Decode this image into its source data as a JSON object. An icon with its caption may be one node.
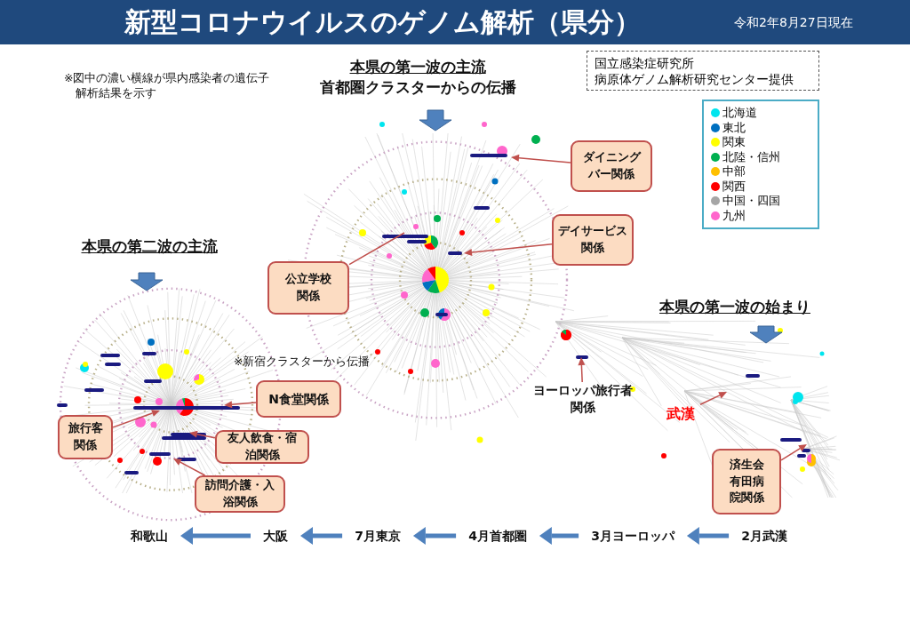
{
  "diagram": {
    "title": "新型コロナウイルスのゲノム解析（県分）",
    "nodes": [
      {
        "text": [
          "本県の第一波の主流",
          "首都圏クラスターからの伝播"
        ]
      },
      {
        "text": [
          "国立感染症研究所",
          "病原体ゲノム解析研究センター提供"
        ]
      },
      {
        "text": [
          "ダイニングバー関係"
        ]
      },
      {
        "text": [
          "デイサービス関係"
        ]
      },
      {
        "text": [
          "公立学校関係"
        ]
      },
      {
        "text": [
          "本県の第二波の主流"
        ]
      },
      {
        "text": [
          "本県の第一波の始まり"
        ]
      },
      {
        "text": [
          "N食堂関係"
        ]
      },
      {
        "text": [
          "旅行客関係"
        ]
      },
      {
        "text": [
          "友人飲食・宿泊関係"
        ]
      },
      {
        "text": [
          "訪問介護・入浴関係"
        ]
      },
      {
        "text": [
          "ヨーロッパ旅行者関係"
        ]
      },
      {
        "text": [
          "武漢"
        ]
      },
      {
        "text": [
          "済生会有田病院関係"
        ]
      },
      {
        "text": [
          "和歌山"
        ]
      },
      {
        "text": [
          "大阪"
        ]
      },
      {
        "text": [
          "7月東京"
        ]
      },
      {
        "text": [
          "4月首都圏"
        ]
      },
      {
        "text": [
          "3月ヨーロッパ"
        ]
      },
      {
        "text": [
          "2月武漢"
        ]
      }
    ],
    "edges": [
      {
        "from": 2,
        "to": null,
        "arrow": "to"
      },
      {
        "from": 3,
        "to": null,
        "arrow": "to"
      },
      {
        "from": 4,
        "to": null,
        "arrow": "none"
      },
      {
        "from": 7,
        "to": null,
        "arrow": "to"
      },
      {
        "from": 8,
        "to": null,
        "arrow": "to"
      },
      {
        "from": 9,
        "to": null,
        "arrow": "to"
      },
      {
        "from": 10,
        "to": null,
        "arrow": "to"
      },
      {
        "from": 11,
        "to": null,
        "arrow": "to"
      },
      {
        "from": 12,
        "to": null,
        "arrow": "to"
      },
      {
        "from": 13,
        "to": null,
        "arrow": "to"
      },
      {
        "from": 15,
        "to": 14,
        "arrow": "to",
        "style": "thick",
        "color": "#4f81bd"
      },
      {
        "from": 16,
        "to": 15,
        "arrow": "to",
        "style": "thick",
        "color": "#4f81bd"
      },
      {
        "from": 17,
        "to": 16,
        "arrow": "to",
        "style": "thick",
        "color": "#4f81bd"
      },
      {
        "from": 18,
        "to": 17,
        "arrow": "to",
        "style": "thick",
        "color": "#4f81bd"
      },
      {
        "from": 19,
        "to": 18,
        "arrow": "to",
        "style": "thick",
        "color": "#4f81bd"
      }
    ],
    "labels": [
      "令和2年8月27日現在",
      "※図中の濃い横線が県内感染者の遺伝子解析結果を示す",
      "※新宿クラスターから伝播"
    ],
    "legend": [
      {
        "text": "北海道",
        "color": "#00e5ee"
      },
      {
        "text": "東北",
        "color": "#0070c0"
      },
      {
        "text": "関東",
        "color": "#ffff00"
      },
      {
        "text": "北陸・信州",
        "color": "#00b050"
      },
      {
        "text": "中部",
        "color": "#ffc000"
      },
      {
        "text": "関西",
        "color": "#ff0000"
      },
      {
        "text": "中国・四国",
        "color": "#a6a6a6"
      },
      {
        "text": "九州",
        "color": "#ff66cc"
      }
    ]
  }
}
